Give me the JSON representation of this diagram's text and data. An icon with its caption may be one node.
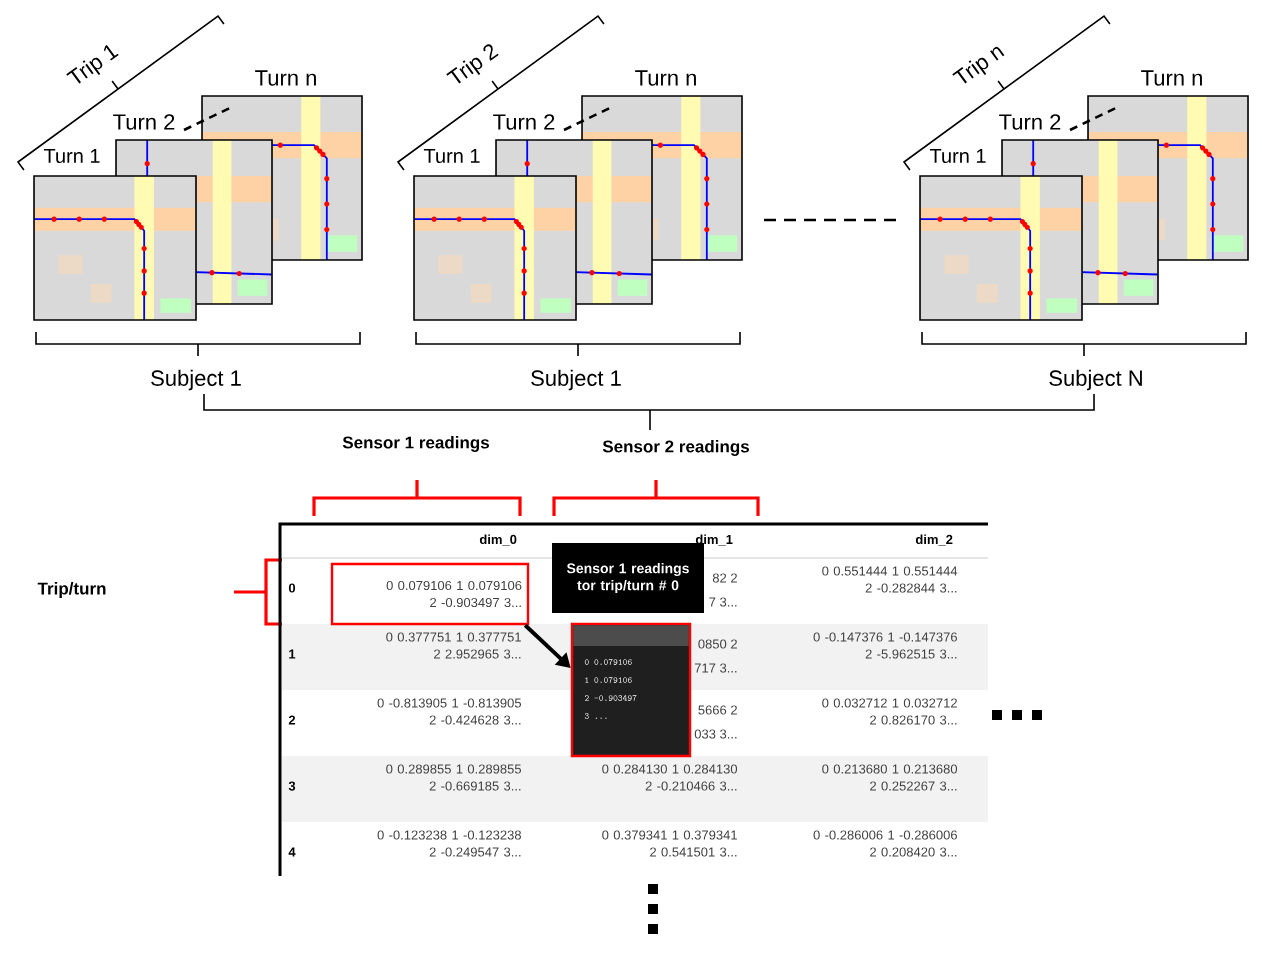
{
  "diagram": {
    "nodes": [
      {
        "text": [
          "0 0.079106 1 0.079106 2 -0.903497 3..."
        ]
      },
      {
        "text": [
          "Sensor 1 readings tor trip/turn # 0"
        ]
      },
      {
        "text": [
          "0 0.079106",
          "1 0.079106",
          "2 -0.903497",
          "3 ..."
        ]
      }
    ],
    "edges": [
      {
        "from": 0,
        "to": 2,
        "arrow": "to"
      }
    ],
    "labels": [
      "Trip 1",
      "Trip 2",
      "Trip n",
      "Turn n",
      "Turn n",
      "Turn n",
      "Turn 2",
      "Turn 2",
      "Turn 2",
      "Turn 1",
      "Turn 1",
      "Turn 1",
      "Subject 1",
      "Subject 1",
      "Subject N",
      "Sensor 1 readings",
      "Sensor 2 readings",
      "Trip/turn",
      "dim_0",
      "dim_1",
      "dim_2",
      "0",
      "82 2",
      "7 3...",
      "0 0.551444 1 0.551444 2 -0.282844 3...",
      "1",
      "0 0.377751 1 0.377751 2 2.952965 3...",
      "0850 2",
      "717 3...",
      "0 -0.147376 1 -0.147376 2 -5.962515 3...",
      "2",
      "0 -0.813905 1 -0.813905 2 -0.424628 3...",
      "5666 2",
      "033 3...",
      "0 0.032712 1 0.032712 2 0.826170 3...",
      "3",
      "0 0.289855 1 0.289855 2 -0.669185 3...",
      "0 0.284130 1 0.284130 2 -0.210466 3...",
      "0 0.213680 1 0.213680 2 0.252267 3...",
      "4",
      "0 -0.123238 1 -0.123238 2 -0.249547 3...",
      "0 0.379341 1 0.379341 2 0.541501 3...",
      "0 -0.286006 1 -0.286006 2 0.208420 3..."
    ]
  }
}
